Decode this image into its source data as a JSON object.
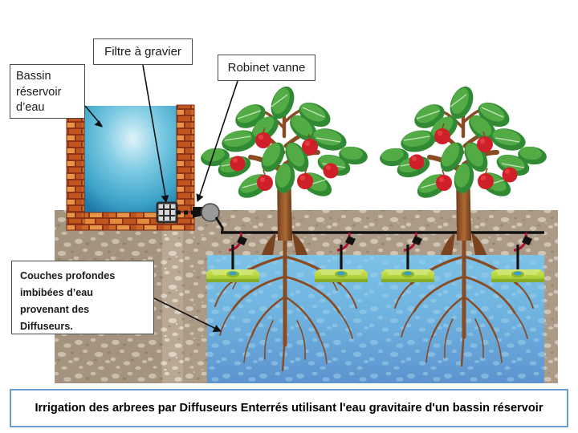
{
  "diagram": {
    "title": "Irrigation des arbrees par Diffuseurs Enterrés utilisant l'eau gravitaire d'un bassin réservoir",
    "callouts": {
      "basin": "Bassin réservoir d’eau",
      "gravel_filter": "Filtre à gravier",
      "gate_valve": "Robinet vanne",
      "deep_layers": "Couches profondes imbibées d’eau provenant des Diffuseurs.",
      "deep_layers_lines": [
        "Couches  profondes",
        "imbibées  d’eau",
        "provenant  des",
        "Diffuseurs."
      ]
    },
    "colors": {
      "water_top": "#bfe6f2",
      "water_mid": "#3fa9c9",
      "water_deep": "#2a7fae",
      "soil_light": "#cfc2b2",
      "soil_dark": "#a8937f",
      "brick_dark": "#9e3b1c",
      "brick_light": "#e0842f",
      "foliage_dark": "#2f8a33",
      "foliage_light": "#5cb54b",
      "apple_red": "#cf1f29",
      "trunk_dark": "#6b3a1c",
      "trunk_light": "#a4622e",
      "diffuser_green": "#b6d640",
      "pipe_black": "#131313",
      "connector_red": "#b01236",
      "caption_border": "#6d9ed1",
      "callout_border": "#4a4a4a",
      "subsoil_water": "#6fb7e0"
    },
    "elements": {
      "trees_count": 2,
      "diffusers_count": 4,
      "reservoir_label": "reservoir-basin",
      "supply_pipe_label": "buried-supply-pipe"
    }
  }
}
